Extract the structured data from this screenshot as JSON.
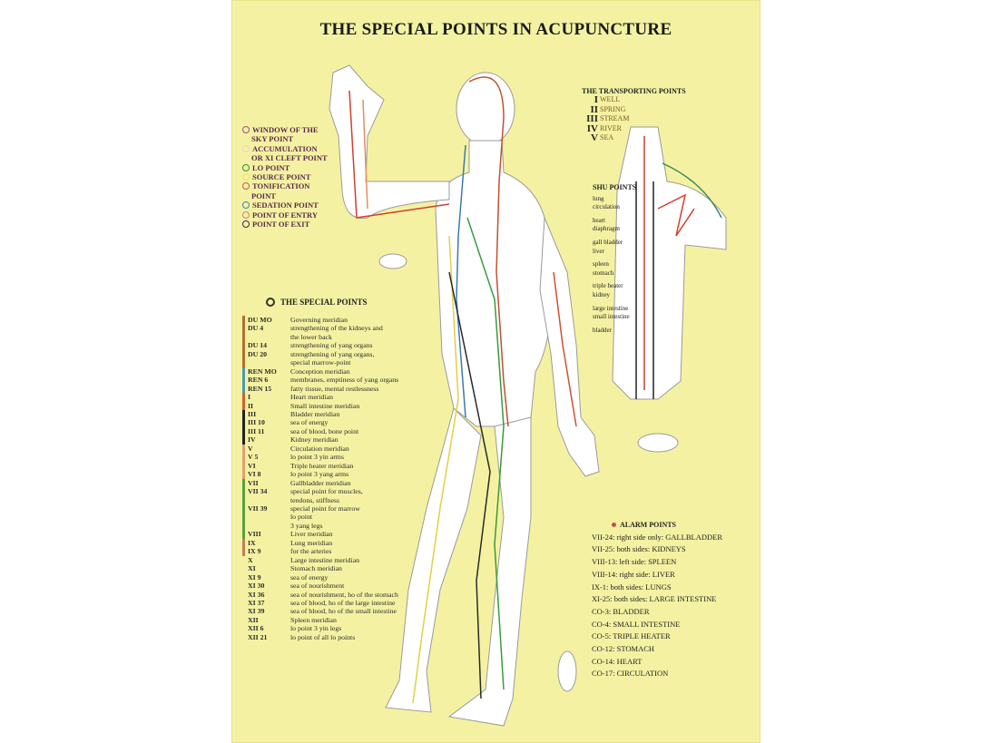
{
  "title": "THE SPECIAL POINTS IN ACUPUNCTURE",
  "legend": [
    {
      "label": "WINDOW OF THE",
      "label2": "SKY POINT",
      "color": "#a05080"
    },
    {
      "label": "ACCUMULATION",
      "label2": "OR XI CLEFT POINT",
      "color": "#e8d0d8"
    },
    {
      "label": "LO POINT",
      "label2": "",
      "color": "#3a8a3a"
    },
    {
      "label": "SOURCE POINT",
      "label2": "",
      "color": "#f0e060"
    },
    {
      "label": "TONIFICATION",
      "label2": "POINT",
      "color": "#c06040"
    },
    {
      "label": "SEDATION POINT",
      "label2": "",
      "color": "#3a8ab0"
    },
    {
      "label": "POINT OF ENTRY",
      "label2": "",
      "color": "#d08080"
    },
    {
      "label": "POINT OF EXIT",
      "label2": "",
      "color": "#402060"
    }
  ],
  "special_points": {
    "heading": "THE SPECIAL POINTS",
    "rows": [
      {
        "code": "DU MO",
        "text": "Governing meridian",
        "color": "#b07030"
      },
      {
        "code": "DU 4",
        "text": "strengthening of the kidneys and",
        "color": "#b07030"
      },
      {
        "code": "",
        "text": "the lower back",
        "color": "#b07030"
      },
      {
        "code": "DU 14",
        "text": "strengthening of yang organs",
        "color": "#b07030"
      },
      {
        "code": "DU 20",
        "text": "strengthening of yang organs,",
        "color": "#b07030"
      },
      {
        "code": "",
        "text": "special marrow-point",
        "color": "#b07030"
      },
      {
        "code": "REN MO",
        "text": "Conception meridian",
        "color": "#4a9ab0"
      },
      {
        "code": "REN 6",
        "text": "membranes, emptiness of yang organs",
        "color": "#4a9ab0"
      },
      {
        "code": "REN 15",
        "text": "fatty tissue, mental restlessness",
        "color": "#4a9ab0"
      },
      {
        "code": "I",
        "text": "Heart meridian",
        "color": "#d06030"
      },
      {
        "code": "II",
        "text": "Small intestine meridian",
        "color": "#d06030"
      },
      {
        "code": "III",
        "text": "Bladder meridian",
        "color": "#222222"
      },
      {
        "code": "III 10",
        "text": "sea of energy",
        "color": "#222222"
      },
      {
        "code": "III 11",
        "text": "sea of blood, bone point",
        "color": "#222222"
      },
      {
        "code": "IV",
        "text": "Kidney meridian",
        "color": "#222222"
      },
      {
        "code": "V",
        "text": "Circulation meridian",
        "color": "#e0a070"
      },
      {
        "code": "V 5",
        "text": "lo point 3 yin arms",
        "color": "#e0a070"
      },
      {
        "code": "VI",
        "text": "Triple heater meridian",
        "color": "#e0a070"
      },
      {
        "code": "VI 8",
        "text": "lo point 3 yang arms",
        "color": "#e0a070"
      },
      {
        "code": "VII",
        "text": "Gallbladder meridian",
        "color": "#5aa040"
      },
      {
        "code": "VII 34",
        "text": "special point for muscles,",
        "color": "#5aa040"
      },
      {
        "code": "",
        "text": "tendons, stiffness",
        "color": "#5aa040"
      },
      {
        "code": "VII 39",
        "text": "special point for marrow",
        "color": "#5aa040"
      },
      {
        "code": "",
        "text": "lo point",
        "color": "#5aa040"
      },
      {
        "code": "",
        "text": "3 yang legs",
        "color": "#5aa040"
      },
      {
        "code": "VIII",
        "text": "Liver meridian",
        "color": "#5aa040"
      },
      {
        "code": "IX",
        "text": "Lung meridian",
        "color": "#c08060"
      },
      {
        "code": "IX 9",
        "text": "for the arteries",
        "color": "#c08060"
      },
      {
        "code": "X",
        "text": "Large intestine meridian",
        "color": "transparent"
      },
      {
        "code": "XI",
        "text": "Stomach meridian",
        "color": "transparent"
      },
      {
        "code": "XI 9",
        "text": "sea of energy",
        "color": "transparent"
      },
      {
        "code": "XI 30",
        "text": "sea of nourishment",
        "color": "transparent"
      },
      {
        "code": "XI 36",
        "text": "sea of nourishment, ho of the stomach",
        "color": "transparent"
      },
      {
        "code": "XI 37",
        "text": "sea of blood, ho of the large intestine",
        "color": "transparent"
      },
      {
        "code": "XI 39",
        "text": "sea of blood, ho of the small intestine",
        "color": "transparent"
      },
      {
        "code": "XII",
        "text": "Spleen meridian",
        "color": "transparent"
      },
      {
        "code": "XII 6",
        "text": "lo point 3 yin legs",
        "color": "transparent"
      },
      {
        "code": "XII 21",
        "text": "lo point of all lo points",
        "color": "transparent"
      }
    ]
  },
  "transporting_points": {
    "heading": "THE TRANSPORTING POINTS",
    "rows": [
      {
        "num": "I",
        "label": "WELL"
      },
      {
        "num": "II",
        "label": "SPRING"
      },
      {
        "num": "III",
        "label": "STREAM"
      },
      {
        "num": "IV",
        "label": "RIVER"
      },
      {
        "num": "V",
        "label": "SEA"
      }
    ]
  },
  "shu_points": {
    "heading": "SHU POINTS",
    "items": [
      "lung",
      "circulation",
      "heart",
      "diaphragm",
      "gall bladder",
      "liver",
      "spleen",
      "stomach",
      "triple heater",
      "kidney",
      "large intestine",
      "small intestine",
      "bladder"
    ]
  },
  "alarm_points": {
    "heading": "ALARM POINTS",
    "items": [
      "VII-24: right side only: GALLBLADDER",
      "VII-25: both sides: KIDNEYS",
      "VIII-13: left side: SPLEEN",
      "VIII-14: right side: LIVER",
      "IX-1: both sides: LUNGS",
      "XI-25: both sides: LARGE INTESTINE",
      "CO-3: BLADDER",
      "CO-4: SMALL INTESTINE",
      "CO-5: TRIPLE HEATER",
      "CO-12: STOMACH",
      "CO-14: HEART",
      "CO-17: CIRCULATION"
    ]
  }
}
